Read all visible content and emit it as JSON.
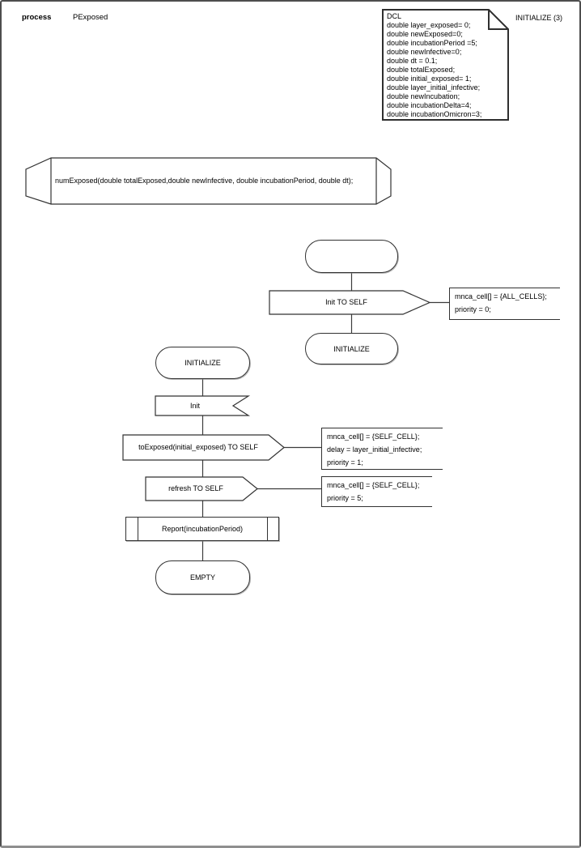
{
  "page": {
    "kind": "process",
    "name": "PExposed",
    "page_ref": "INITIALIZE (3)"
  },
  "dcl": {
    "title": "DCL",
    "lines": [
      "double layer_exposed= 0;",
      "double newExposed=0;",
      "double incubationPeriod =5;",
      "double newInfective=0;",
      "double dt = 0.1;",
      "double totalExposed;",
      "double initial_exposed= 1;",
      "double layer_initial_infective;",
      "double newIncubation;",
      "double incubationDelta=4;",
      "double incubationOmicron=3;"
    ]
  },
  "signature": {
    "text": "numExposed(double totalExposed,double newInfective, double incubationPeriod, double dt);"
  },
  "flow_start": {
    "start_state_label": "",
    "output": "Init TO SELF",
    "comment": [
      "mnca_cell[] = {ALL_CELLS};",
      "priority = 0;"
    ],
    "next_state": "INITIALIZE"
  },
  "flow_initialize": {
    "state": "INITIALIZE",
    "input": "Init",
    "output_to_exposed": "toExposed(initial_exposed) TO SELF",
    "comment_to_exposed": [
      "mnca_cell[] = {SELF_CELL};",
      "delay = layer_initial_infective;",
      "priority = 1;"
    ],
    "output_refresh": "refresh TO SELF",
    "comment_refresh": [
      "mnca_cell[] = {SELF_CELL};",
      "priority = 5;"
    ],
    "procedure": "Report(incubationPeriod)",
    "next_state": "EMPTY"
  }
}
